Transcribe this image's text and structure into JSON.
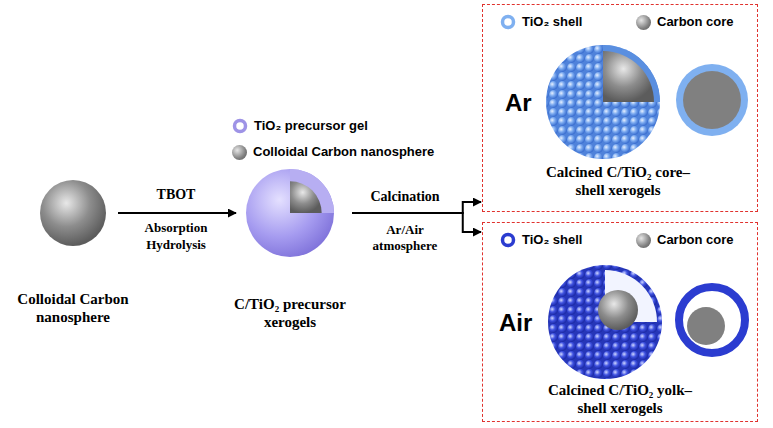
{
  "diagram": {
    "nodes": [
      {
        "text": [
          "Colloidal Carbon nanosphere"
        ]
      },
      {
        "text": [
          "C/TiO₂ precursor xerogels"
        ]
      },
      {
        "text": [
          "Ar",
          "Calcined C/TiO₂ core–shell xerogels"
        ]
      },
      {
        "text": [
          "Air",
          "Calcined C/TiO₂ yolk–shell xerogels"
        ]
      }
    ],
    "edges": [
      {
        "from": 0,
        "to": 1,
        "arrow": "to",
        "label": "TBOT"
      },
      {
        "from": 1,
        "to": 2,
        "arrow": "to",
        "label": "Calcination"
      },
      {
        "from": 1,
        "to": 3,
        "arrow": "to"
      }
    ],
    "labels": [
      "Absorption",
      "Hydrolysis",
      "Ar/Air atmosphere"
    ],
    "legend": [
      {
        "text": "TiO₂ precursor gel"
      },
      {
        "text": "Colloidal Carbon nanosphere",
        "color": "#7f7f7f"
      },
      {
        "text": "TiO₂ shell"
      },
      {
        "text": "Carbon core",
        "color": "#7f7f7f"
      },
      {
        "text": "TiO₂ shell"
      },
      {
        "text": "Carbon core",
        "color": "#7f7f7f"
      }
    ]
  }
}
